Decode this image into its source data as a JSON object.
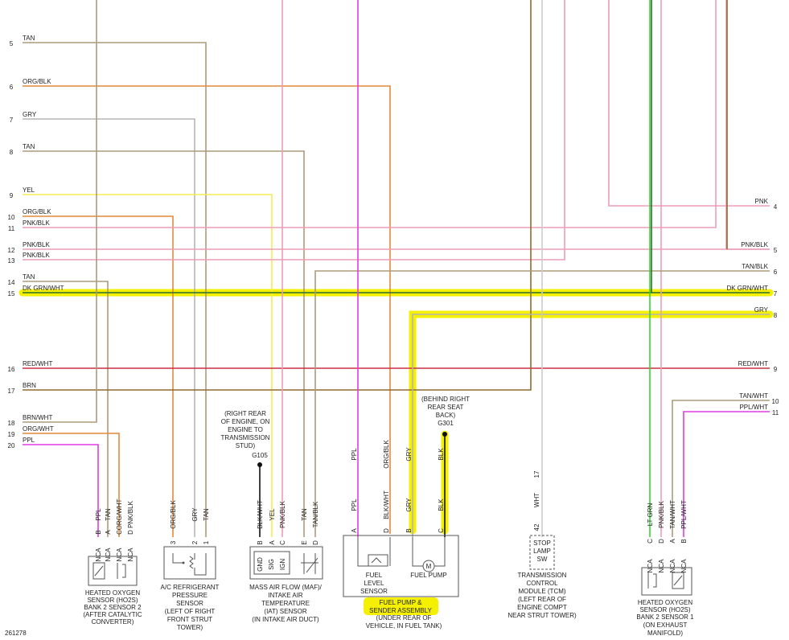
{
  "colors": {
    "tan": "#ad9a7a",
    "orange": "#e38a3b",
    "gray": "#b5b5b5",
    "yellow": "#f2ef52",
    "pink": "#ee9db7",
    "purple": "#e23ce3",
    "dkgreen": "#2c6e2c",
    "brown": "#8e6b2f",
    "red": "#c83242",
    "black": "#111111",
    "white": "#cccccc",
    "ltgreen": "#35d435",
    "highlight": "#f4f000"
  },
  "left_pins": [
    {
      "num": "5",
      "color": "TAN"
    },
    {
      "num": "6",
      "color": "ORG/BLK"
    },
    {
      "num": "7",
      "color": "GRY"
    },
    {
      "num": "8",
      "color": "TAN"
    },
    {
      "num": "9",
      "color": "YEL"
    },
    {
      "num": "10",
      "color": "ORG/BLK"
    },
    {
      "num": "11",
      "color": "PNK/BLK"
    },
    {
      "num": "12",
      "color": "PNK/BLK"
    },
    {
      "num": "13",
      "color": "PNK/BLK"
    },
    {
      "num": "14",
      "color": "TAN"
    },
    {
      "num": "15",
      "color": "DK GRN/WHT"
    },
    {
      "num": "16",
      "color": "RED/WHT"
    },
    {
      "num": "17",
      "color": "BRN"
    },
    {
      "num": "18",
      "color": "BRN/WHT"
    },
    {
      "num": "19",
      "color": "ORG/WHT"
    },
    {
      "num": "20",
      "color": "PPL"
    }
  ],
  "right_pins": [
    {
      "num": "4",
      "color": "PNK"
    },
    {
      "num": "5",
      "color": "PNK/BLK"
    },
    {
      "num": "6",
      "color": "TAN/BLK"
    },
    {
      "num": "7",
      "color": "DK GRN/WHT"
    },
    {
      "num": "8",
      "color": "GRY"
    },
    {
      "num": "9",
      "color": "RED/WHT"
    },
    {
      "num": "10",
      "color": "TAN/WHT"
    },
    {
      "num": "11",
      "color": "PPL/WHT"
    }
  ],
  "wire_labels": {
    "ho2s_b2s2": [
      {
        "pin": "B",
        "color": "PPL",
        "nca": "NCA"
      },
      {
        "pin": "A",
        "color": "TAN",
        "nca": "NCA"
      },
      {
        "pin": "C",
        "color": "ORG/WHT",
        "nca": "NCA"
      },
      {
        "pin": "D",
        "color": "PNK/BLK",
        "nca": "NCA"
      }
    ],
    "ac_sensor": [
      {
        "pin": "3",
        "color": "ORG/BLK"
      },
      {
        "pin": "2",
        "color": "GRY"
      },
      {
        "pin": "1",
        "color": "TAN"
      }
    ],
    "maf_sensor": [
      {
        "pin": "B",
        "color": "BLK/WHT"
      },
      {
        "pin": "A",
        "color": "YEL"
      },
      {
        "pin": "C",
        "color": "PNK/BLK"
      },
      {
        "pin": "E",
        "color": "TAN"
      },
      {
        "pin": "D",
        "color": "TAN/BLK"
      }
    ],
    "fuel_top": [
      "PPL",
      "ORG/BLK",
      "GRY",
      "BLK"
    ],
    "fuel_bottom": [
      {
        "pin": "A",
        "color": "PPL"
      },
      {
        "pin": "D",
        "color": "BLK/WHT"
      },
      {
        "pin": "B",
        "color": "GRY"
      },
      {
        "pin": "C",
        "color": "BLK"
      }
    ],
    "tcm": {
      "pin": "42",
      "color": "WHT",
      "top": "17"
    },
    "ho2s_b2s1": [
      {
        "pin": "C",
        "color": "LT GRN",
        "nca": "NCA"
      },
      {
        "pin": "D",
        "color": "PNK/BLK",
        "nca": "NCA"
      },
      {
        "pin": "A",
        "color": "TAN/WHT",
        "nca": "NCA"
      },
      {
        "pin": "B",
        "color": "PPL/WHT",
        "nca": "NCA"
      }
    ]
  },
  "grounds": {
    "g105": {
      "name": "G105",
      "note": [
        "(RIGHT REAR",
        "OF ENGINE, ON",
        "ENGINE TO",
        "TRANSMISSION",
        "STUD)"
      ]
    },
    "g301": {
      "name": "G301",
      "note": [
        "(BEHIND RIGHT",
        "REAR SEAT",
        "BACK)"
      ]
    }
  },
  "components": {
    "ho2s_b2s2": [
      "HEATED OXYGEN",
      "SENSOR (HO2S)",
      "BANK 2 SENSOR 2",
      "(AFTER CATALYTIC",
      "CONVERTER)"
    ],
    "ac_sensor": [
      "A/C REFRIGERANT",
      "PRESSURE",
      "SENSOR",
      "(LEFT OF RIGHT",
      "FRONT STRUT",
      "TOWER)"
    ],
    "maf_sensor": [
      "MASS AIR FLOW (MAF)/",
      "INTAKE AIR",
      "TEMPERATURE",
      "(IAT) SENSOR",
      "(IN INTAKE AIR DUCT)"
    ],
    "maf_inner": [
      "GND",
      "SIG",
      "IGN"
    ],
    "fuel_level": [
      "FUEL",
      "LEVEL",
      "SENSOR"
    ],
    "fuel_pump": "FUEL PUMP",
    "fuel_pump_motor": "M",
    "fuel_assembly_hl": [
      "FUEL PUMP &",
      "SENDER ASSEMBLY"
    ],
    "fuel_assembly": [
      "(UNDER REAR OF",
      "VEHICLE, IN FUEL TANK)"
    ],
    "stop_lamp": [
      "STOP",
      "LAMP",
      "SW"
    ],
    "tcm": [
      "TRANSMISSION",
      "CONTROL",
      "MODULE (TCM)",
      "(LEFT REAR OF",
      "ENGINE COMPT",
      "NEAR STRUT TOWER)"
    ],
    "ho2s_b2s1": [
      "HEATED OXYGEN",
      "SENSOR (HO2S)",
      "BANK 2 SENSOR 1",
      "(ON EXHAUST",
      "MANIFOLD)"
    ]
  },
  "figure_id": "261278"
}
